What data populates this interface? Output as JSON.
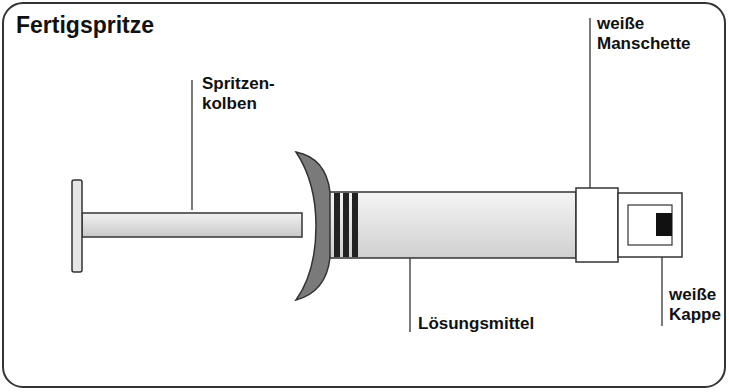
{
  "diagram": {
    "title": "Fertigspritze",
    "labels": [
      "Spritzen- kolben",
      "weiße Manschette",
      "Lösungsmittel",
      "weiße Kappe"
    ]
  }
}
